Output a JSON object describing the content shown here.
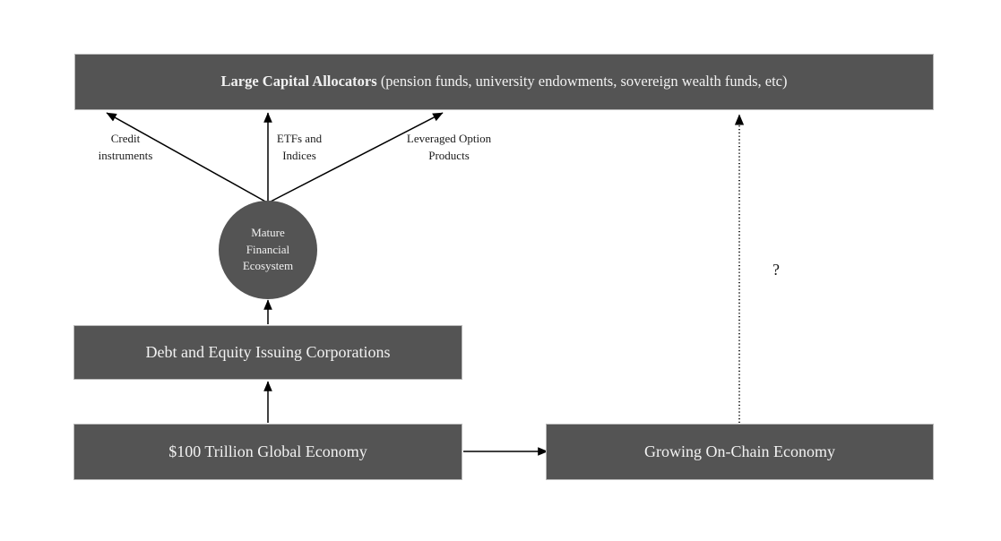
{
  "diagram": {
    "title_bold": "Large Capital Allocators",
    "title_rest": " (pension funds, university endowments, sovereign wealth funds, etc)",
    "nodes": {
      "allocators_bold": "Large Capital Allocators",
      "allocators_detail": " (pension funds, university endowments, sovereign wealth funds, etc)",
      "ecosystem_line1": "Mature",
      "ecosystem_line2": "Financial",
      "ecosystem_line3": "Ecosystem",
      "corporations": "Debt and Equity Issuing Corporations",
      "global_economy": "$100 Trillion Global Economy",
      "onchain_economy": "Growing On-Chain Economy"
    },
    "edge_labels": {
      "credit": "Credit\ninstruments",
      "etfs": "ETFs and\nIndices",
      "leveraged": "Leveraged Option\nProducts",
      "unknown": "?"
    },
    "colors": {
      "node_fill": "#545454",
      "node_text": "#f2f2f2",
      "node_border": "#b9b9b9",
      "arrow": "#000000",
      "background": "#ffffff"
    }
  }
}
